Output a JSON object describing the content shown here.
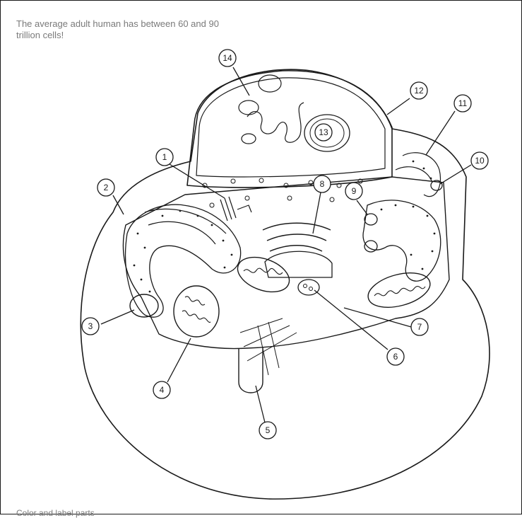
{
  "fact_text": "The average adult human has between 60 and 90 trillion cells!",
  "footer_text": "Color and label parts",
  "labels": [
    "1",
    "2",
    "3",
    "4",
    "5",
    "6",
    "7",
    "8",
    "9",
    "10",
    "11",
    "12",
    "13",
    "14"
  ]
}
